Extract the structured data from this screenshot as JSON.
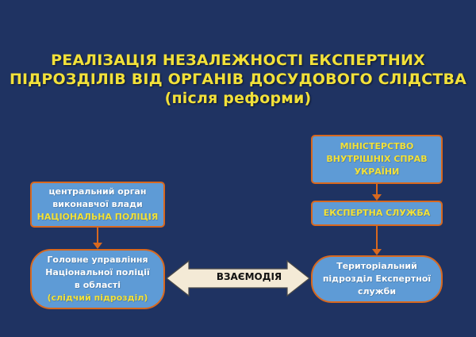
{
  "title": {
    "line1": "РЕАЛІЗАЦІЯ НЕЗАЛЕЖНОСТІ ЕКСПЕРТНИХ",
    "line2": "ПІДРОЗДІЛІВ ВІД ОРГАНІВ ДОСУДОВОГО СЛІДСТВА",
    "line3": "(після реформи)"
  },
  "left": {
    "top_box": {
      "line1": "центральний орган",
      "line2": "виконавчої влади",
      "line3": "НАЦІОНАЛЬНА ПОЛІЦІЯ"
    },
    "bottom_box": {
      "line1": "Головне управління",
      "line2": "Національної поліції",
      "line3": "в області",
      "line4": "(слідчий підрозділ)"
    }
  },
  "right": {
    "ministry_box": {
      "line1": "МІНІСТЕРСТВО",
      "line2": "ВНУТРІШНІХ СПРАВ",
      "line3": "УКРАЇНИ"
    },
    "service_box": {
      "label": "ЕКСПЕРТНА СЛУЖБА"
    },
    "bottom_box": {
      "line1": "Територіальний",
      "line2": "підрозділ Експертної",
      "line3": "служби"
    }
  },
  "interaction": {
    "label": "ВЗАЄМОДІЯ"
  },
  "colors": {
    "background": "#1f3362",
    "box_fill": "#5e9bd6",
    "box_border": "#d8681e",
    "highlight_text": "#f2e13a",
    "connector": "#d8681e",
    "banner_fill": "#f4ead6"
  }
}
